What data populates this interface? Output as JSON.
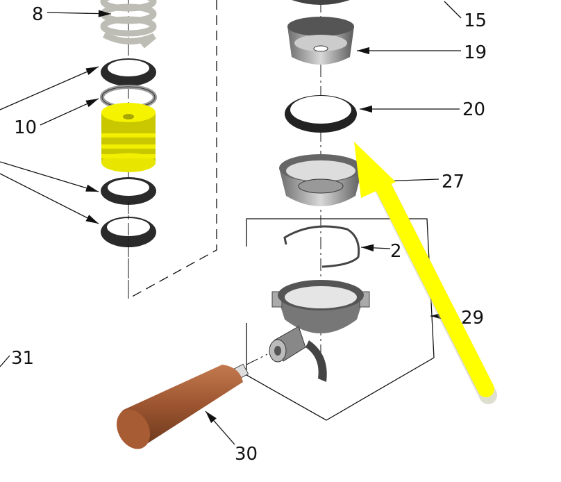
{
  "diagram": {
    "title": "Exploded assembly view",
    "callouts": [
      "8",
      "10",
      "15",
      "19",
      "20",
      "27",
      "2",
      "29",
      "30",
      "31"
    ]
  },
  "colors": {
    "highlight_arrow": "#ffff00",
    "highlight_part": "#f2f000",
    "wood": "#9c5530",
    "rubber": "#2a2a2a"
  }
}
